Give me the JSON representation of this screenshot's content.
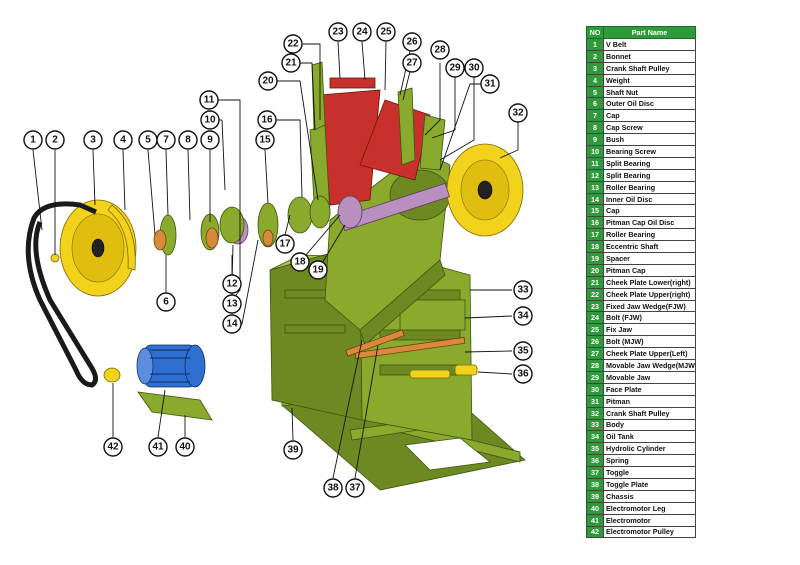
{
  "table": {
    "header_no": "NO",
    "header_name": "Part Name",
    "rows": [
      {
        "no": "1",
        "name": "V Belt"
      },
      {
        "no": "2",
        "name": "Bonnet"
      },
      {
        "no": "3",
        "name": "Crank Shaft Pulley"
      },
      {
        "no": "4",
        "name": "Weight"
      },
      {
        "no": "5",
        "name": "Shaft Nut"
      },
      {
        "no": "6",
        "name": "Outer Oil Disc"
      },
      {
        "no": "7",
        "name": "Cap"
      },
      {
        "no": "8",
        "name": "Cap Screw"
      },
      {
        "no": "9",
        "name": "Bush"
      },
      {
        "no": "10",
        "name": "Bearing Screw"
      },
      {
        "no": "11",
        "name": "Split Bearing"
      },
      {
        "no": "12",
        "name": "Split Bearing"
      },
      {
        "no": "13",
        "name": "Roller Bearing"
      },
      {
        "no": "14",
        "name": "Inner Oil Disc"
      },
      {
        "no": "15",
        "name": "Cap"
      },
      {
        "no": "16",
        "name": "Pitman Cap Oil Disc"
      },
      {
        "no": "17",
        "name": "Roller Bearing"
      },
      {
        "no": "18",
        "name": "Eccentric Shaft"
      },
      {
        "no": "19",
        "name": "Spacer"
      },
      {
        "no": "20",
        "name": "Pitman Cap"
      },
      {
        "no": "21",
        "name": "Cheek Plate Lower(right)"
      },
      {
        "no": "22",
        "name": "Cheek Plate Upper(right)"
      },
      {
        "no": "23",
        "name": "Fixed Jaw Wedge(FJW)"
      },
      {
        "no": "24",
        "name": "Bolt (FJW)"
      },
      {
        "no": "25",
        "name": "Fix Jaw"
      },
      {
        "no": "26",
        "name": "Bolt (MJW)"
      },
      {
        "no": "27",
        "name": "Cheek Plate Upper(Left)"
      },
      {
        "no": "28",
        "name": "Movable Jaw Wedge(MJW)"
      },
      {
        "no": "29",
        "name": "Movable Jaw"
      },
      {
        "no": "30",
        "name": "Face Plate"
      },
      {
        "no": "31",
        "name": "Pitman"
      },
      {
        "no": "32",
        "name": "Crank Shaft Pulley"
      },
      {
        "no": "33",
        "name": "Body"
      },
      {
        "no": "34",
        "name": "Oil Tank"
      },
      {
        "no": "35",
        "name": "Hydrolic Cylinder"
      },
      {
        "no": "36",
        "name": "Spring"
      },
      {
        "no": "37",
        "name": "Toggle"
      },
      {
        "no": "38",
        "name": "Toggle Plate"
      },
      {
        "no": "39",
        "name": "Chassis"
      },
      {
        "no": "40",
        "name": "Electromotor Leg"
      },
      {
        "no": "41",
        "name": "Electromotor"
      },
      {
        "no": "42",
        "name": "Electromotor Pulley"
      }
    ]
  },
  "callouts": [
    "1",
    "2",
    "3",
    "4",
    "5",
    "6",
    "7",
    "8",
    "9",
    "10",
    "11",
    "12",
    "13",
    "14",
    "15",
    "16",
    "17",
    "18",
    "19",
    "20",
    "21",
    "22",
    "23",
    "24",
    "25",
    "26",
    "27",
    "28",
    "29",
    "30",
    "31",
    "32",
    "33",
    "34",
    "35",
    "36",
    "37",
    "38",
    "39",
    "40",
    "41",
    "42"
  ],
  "colors": {
    "machine_green": "#8aaa2e",
    "jaw_red": "#c8302c",
    "pulley_yellow": "#f2d21a",
    "motor_blue": "#2f6fd0",
    "table_green": "#2e9a3a"
  }
}
